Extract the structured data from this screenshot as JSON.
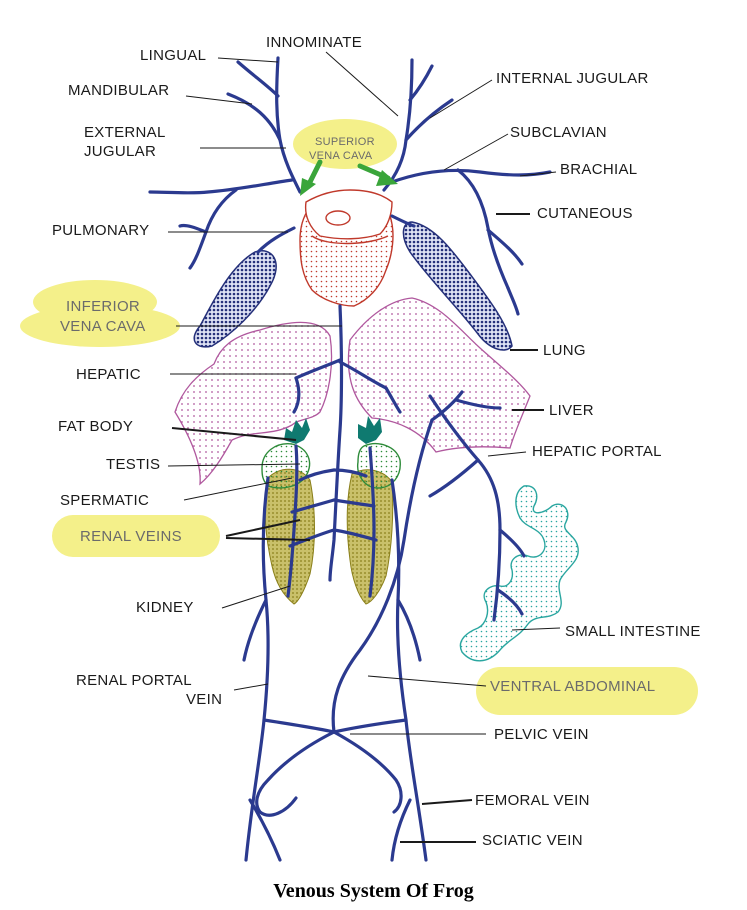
{
  "title": "Venous System Of Frog",
  "labels": {
    "lingual": "LINGUAL",
    "innominate": "INNOMINATE",
    "mandibular": "MANDIBULAR",
    "internal_jugular": "INTERNAL JUGULAR",
    "external_jugular_1": "EXTERNAL",
    "external_jugular_2": "JUGULAR",
    "superior_vena_cava_1": "SUPERIOR",
    "superior_vena_cava_2": "VENA CAVA",
    "subclavian": "SUBCLAVIAN",
    "brachial": "BRACHIAL",
    "cutaneous": "CUTANEOUS",
    "pulmonary": "PULMONARY",
    "inferior_vena_cava_1": "INFERIOR",
    "inferior_vena_cava_2": "VENA CAVA",
    "lung": "LUNG",
    "hepatic": "HEPATIC",
    "liver": "LIVER",
    "fat_body": "FAT BODY",
    "hepatic_portal": "HEPATIC PORTAL",
    "testis": "TESTIS",
    "spermatic": "SPERMATIC",
    "renal_veins": "RENAL VEINS",
    "kidney": "KIDNEY",
    "small_intestine": "SMALL INTESTINE",
    "renal_portal_1": "RENAL PORTAL",
    "renal_portal_2": "VEIN",
    "ventral_abdominal": "VENTRAL ABDOMINAL",
    "pelvic_vein": "PELVIC VEIN",
    "femoral_vein": "FEMORAL VEIN",
    "sciatic_vein": "SCIATIC VEIN"
  },
  "colors": {
    "vein": "#2b3a8f",
    "heart": "#c0392b",
    "liver": "#b0589e",
    "kidney": "#b9ad3a",
    "lung": "#25307a",
    "fat_body": "#0f7a70",
    "testis": "#2e8b3a",
    "intestine": "#2aa6a0",
    "arrow": "#3aa53a",
    "highlight": "#f4f08a"
  }
}
